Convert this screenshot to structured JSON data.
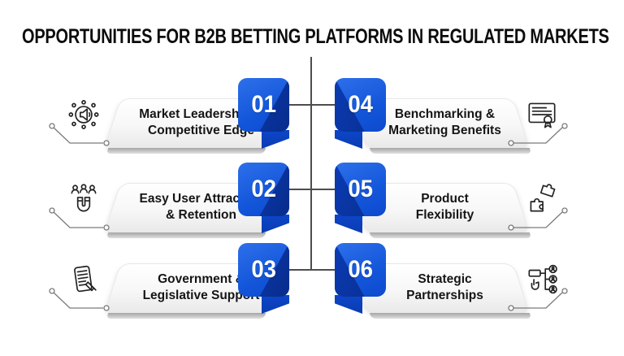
{
  "title": "OPPORTUNITIES FOR B2B BETTING PLATFORMS IN REGULATED MARKETS",
  "colors": {
    "accent_blue": "#1356da",
    "accent_blue_dark": "#082c8c",
    "card_gray": "#e9e9e9",
    "line_gray": "#4d4d4d",
    "text_dark": "#151515",
    "number_text": "#ffffff"
  },
  "items": [
    {
      "number": "01",
      "label": "Market Leadership &\nCompetitive Edge",
      "icon": "promotion-megaphone-icon",
      "side": "left"
    },
    {
      "number": "02",
      "label": "Easy User Attraction\n& Retention",
      "icon": "user-magnet-icon",
      "side": "left"
    },
    {
      "number": "03",
      "label": "Government &\nLegislative Support",
      "icon": "legislation-scroll-icon",
      "side": "left"
    },
    {
      "number": "04",
      "label": "Benchmarking &\nMarketing Benefits",
      "icon": "certificate-icon",
      "side": "right"
    },
    {
      "number": "05",
      "label": "Product\nFlexibility",
      "icon": "puzzle-pieces-icon",
      "side": "right"
    },
    {
      "number": "06",
      "label": "Strategic\nPartnerships",
      "icon": "org-chart-icon",
      "side": "right"
    }
  ]
}
